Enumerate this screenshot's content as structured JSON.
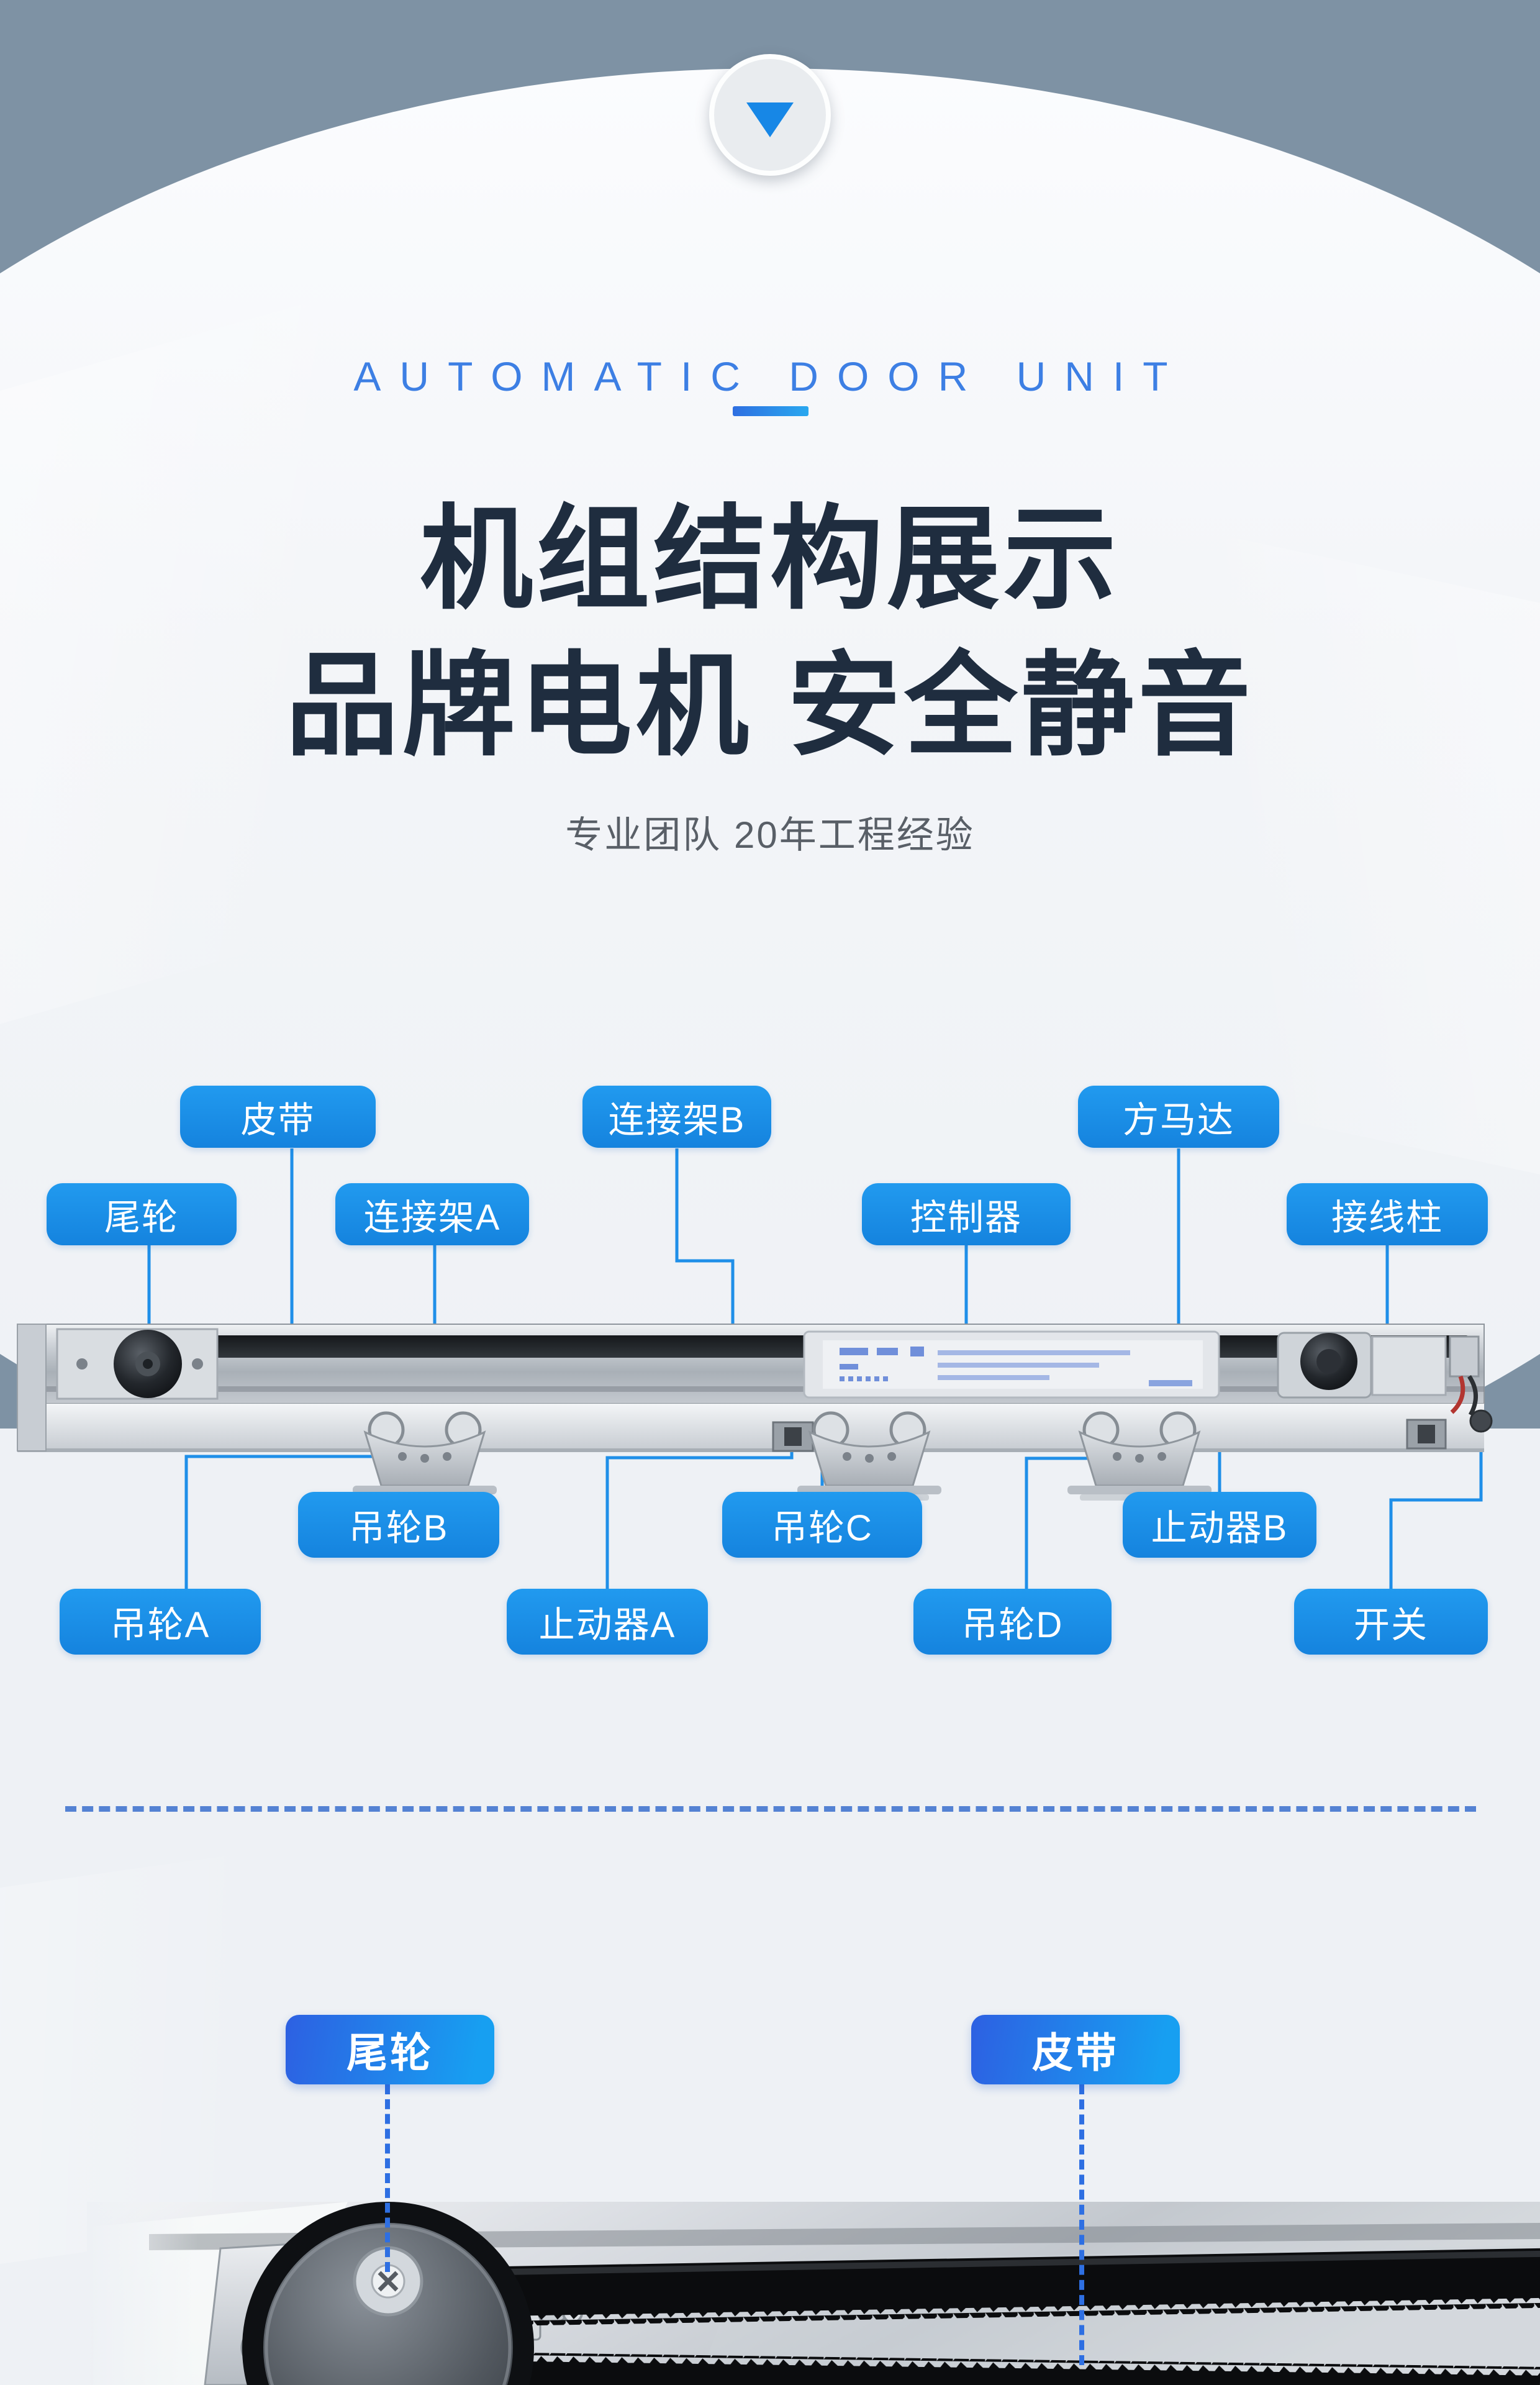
{
  "hero": {
    "badge_icon": "triangle-down-icon",
    "eyebrow": "AUTOMATIC DOOR UNIT",
    "title_line1": "机组结构展示",
    "title_line2": "品牌电机  安全静音",
    "subtitle": "专业团队 20年工程经验"
  },
  "diagram": {
    "labels": [
      {
        "id": "belt",
        "text": "皮带"
      },
      {
        "id": "connector-b",
        "text": "连接架B"
      },
      {
        "id": "motor",
        "text": "方马达"
      },
      {
        "id": "tail-wheel",
        "text": "尾轮"
      },
      {
        "id": "connector-a",
        "text": "连接架A"
      },
      {
        "id": "controller",
        "text": "控制器"
      },
      {
        "id": "terminal",
        "text": "接线柱"
      },
      {
        "id": "hanger-b",
        "text": "吊轮B"
      },
      {
        "id": "hanger-c",
        "text": "吊轮C"
      },
      {
        "id": "stopper-b",
        "text": "止动器B"
      },
      {
        "id": "hanger-a",
        "text": "吊轮A"
      },
      {
        "id": "stopper-a",
        "text": "止动器A"
      },
      {
        "id": "hanger-d",
        "text": "吊轮D"
      },
      {
        "id": "switch",
        "text": "开关"
      }
    ]
  },
  "closeup": {
    "labels": [
      {
        "id": "tail-wheel",
        "text": "尾轮"
      },
      {
        "id": "belt",
        "text": "皮带"
      }
    ]
  },
  "colors": {
    "top_band": "#7e92a4",
    "page_bg": "#eef1f5",
    "heading": "#1f2d3f",
    "accent_blue": "#1583de",
    "connector_blue": "#1f8fe8",
    "eyebrow_blue": "#3d7fe4"
  }
}
